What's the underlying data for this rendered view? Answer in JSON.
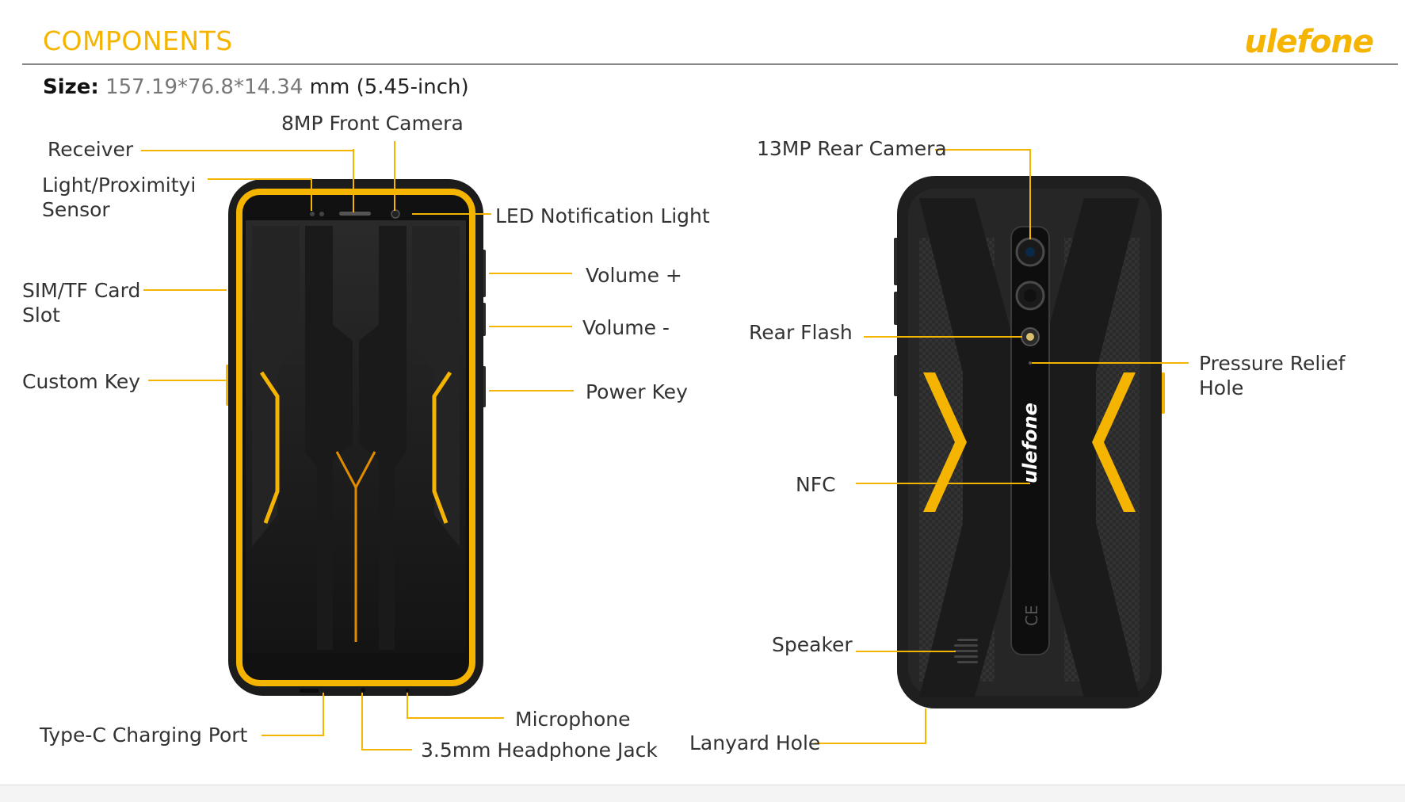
{
  "header": {
    "title": "COMPONENTS",
    "brand": "ulefone"
  },
  "size": {
    "label": "Size:",
    "value": "157.19*76.8*14.34",
    "unit": "mm (5.45-inch)"
  },
  "front_labels": {
    "front_camera": "8MP Front Camera",
    "receiver": "Receiver",
    "light_sensor_1": "Light/Proximityi",
    "light_sensor_2": "Sensor",
    "led": "LED Notification Light",
    "sim_1": "SIM/TF Card",
    "sim_2": "Slot",
    "volume_up": "Volume +",
    "volume_down": "Volume -",
    "custom_key": "Custom Key",
    "power_key": "Power Key",
    "type_c": "Type-C Charging Port",
    "microphone": "Microphone",
    "headphone": "3.5mm Headphone Jack"
  },
  "rear_labels": {
    "rear_camera": "13MP Rear Camera",
    "rear_flash": "Rear Flash",
    "pressure_1": "Pressure Relief",
    "pressure_2": "Hole",
    "nfc": "NFC",
    "speaker": "Speaker",
    "lanyard": "Lanyard Hole"
  },
  "phone_branding": "ulefone",
  "colors": {
    "accent": "#F5B400",
    "body": "#1e1e1e",
    "text": "#333333"
  }
}
